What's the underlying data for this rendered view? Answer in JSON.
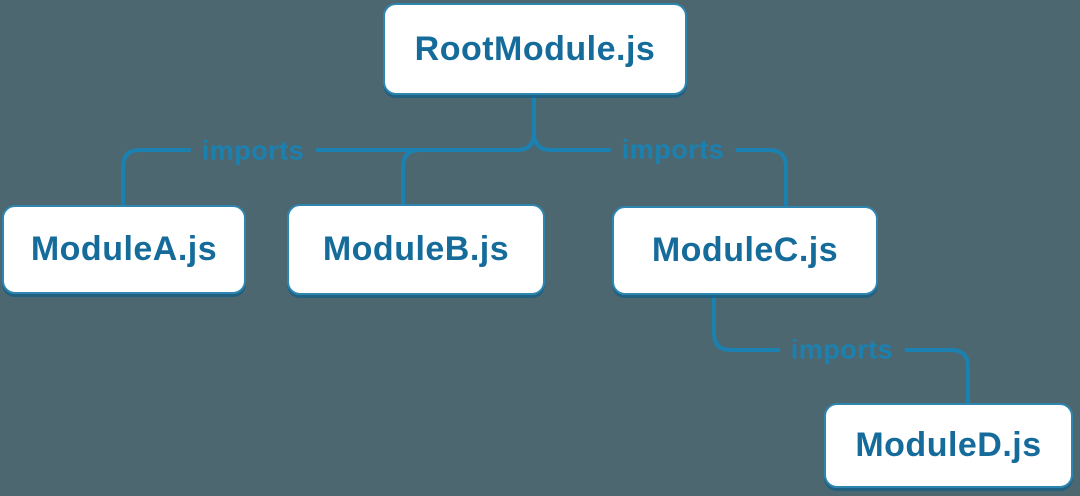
{
  "diagram": {
    "type": "module-dependency-tree",
    "nodes": [
      {
        "id": "root",
        "label": "RootModule.js"
      },
      {
        "id": "moduleA",
        "label": "ModuleA.js"
      },
      {
        "id": "moduleB",
        "label": "ModuleB.js"
      },
      {
        "id": "moduleC",
        "label": "ModuleC.js"
      },
      {
        "id": "moduleD",
        "label": "ModuleD.js"
      }
    ],
    "edges": [
      {
        "from": "RootModule.js",
        "to": "ModuleA.js",
        "label": "imports"
      },
      {
        "from": "RootModule.js",
        "to": "ModuleB.js",
        "label": ""
      },
      {
        "from": "RootModule.js",
        "to": "ModuleC.js",
        "label": "imports"
      },
      {
        "from": "ModuleC.js",
        "to": "ModuleD.js",
        "label": "imports"
      }
    ],
    "colors": {
      "background": "#4d6770",
      "node_fill": "#ffffff",
      "node_border": "#2e86b0",
      "node_text": "#156c9b",
      "node_shadow": "#115e86",
      "edge": "#1b81b1",
      "edge_label_text": "#1b81b1"
    }
  }
}
